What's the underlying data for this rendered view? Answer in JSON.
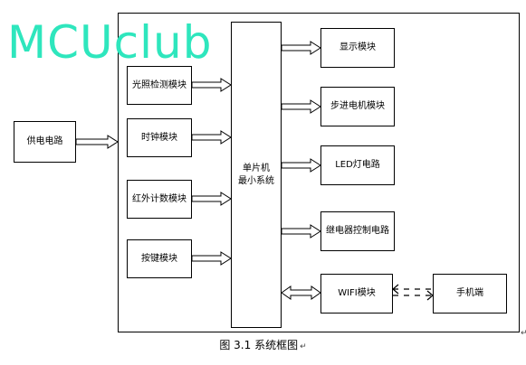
{
  "watermark": {
    "text": "MCUclub",
    "color": "#2ee6bd"
  },
  "nodes": {
    "power": "供电电路",
    "light": "光照检测模块",
    "clock": "时钟模块",
    "infrared": "红外计数模块",
    "keys": "按键模块",
    "mcu_line1": "单片机",
    "mcu_line2": "最小系统",
    "display": "显示模块",
    "stepper": "步进电机模块",
    "led": "LED灯电路",
    "relay": "继电器控制电路",
    "wifi": "WIFI模块",
    "phone": "手机端"
  },
  "caption": {
    "text": "图 3.1  系统框图",
    "mark": "↵"
  },
  "corner_mark": "↵"
}
